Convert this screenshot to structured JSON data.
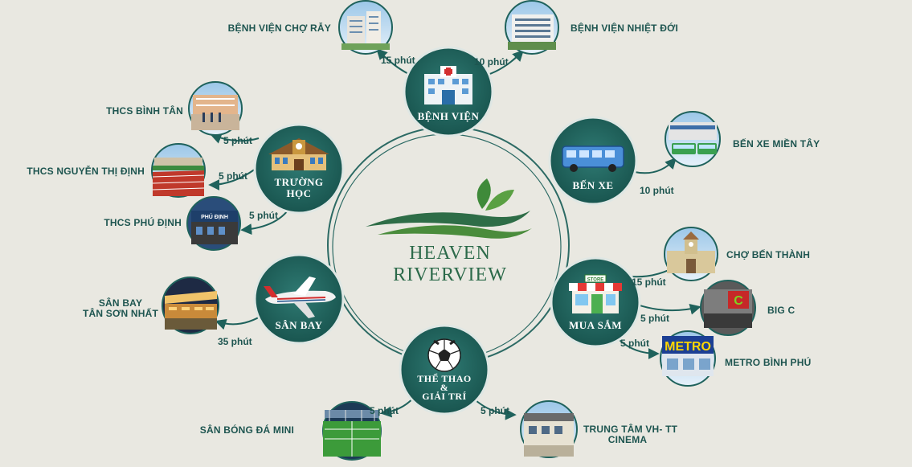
{
  "brand": {
    "name": "HEAVEN RIVERVIEW",
    "colors": {
      "hub": "#1f625c",
      "ring": "#2c6a64",
      "accent": "#3f8a3a"
    }
  },
  "hubs": {
    "hospital": "BỆNH VIỆN",
    "school_line1": "TRƯỜNG",
    "school_line2": "HỌC",
    "bus": "BẾN XE",
    "airport": "SÂN BAY",
    "shopping": "MUA SẮM",
    "sports_line1": "THỂ THAO",
    "sports_amp": "&",
    "sports_line2": "GIẢI TRÍ"
  },
  "places": {
    "cho_ray": "BỆNH VIỆN CHỢ RẪY",
    "nhiet_doi": "BỆNH VIỆN NHIỆT ĐỚI",
    "binh_tan": "THCS BÌNH TÂN",
    "nguyen_thi_dinh": "THCS NGUYỄN THỊ ĐỊNH",
    "phu_dinh": "THCS PHÚ ĐỊNH",
    "mien_tay": "BẾN XE MIỀN TÂY",
    "tsn_line1": "SÂN BAY",
    "tsn_line2": "TÂN SƠN NHẤT",
    "ben_thanh": "CHỢ BẾN THÀNH",
    "big_c": "BIG C",
    "metro": "METRO BÌNH PHÚ",
    "san_bong": "SÂN BÓNG ĐÁ MINI",
    "vh_line1": "TRUNG TÂM VH- TT",
    "vh_line2": "CINEMA"
  },
  "times": {
    "cho_ray": "15 phút",
    "nhiet_doi": "10 phút",
    "binh_tan": "5 phút",
    "nguyen_thi_dinh": "5 phút",
    "phu_dinh": "5 phút",
    "mien_tay": "10 phút",
    "tsn": "35 phút",
    "ben_thanh": "15 phút",
    "big_c": "5 phút",
    "metro": "5 phút",
    "san_bong": "5 phút",
    "vh": "5 phút"
  },
  "photo_texts": {
    "phu_dinh_sign": "PHÚ ĐỊNH",
    "metro_sign": "METRO",
    "store_sign": "STORE",
    "bigc_sign": "C"
  },
  "icons": [
    "hospital-icon",
    "school-icon",
    "bus-icon",
    "airplane-icon",
    "store-icon",
    "soccer-ball-icon",
    "leaf-logo-icon"
  ]
}
